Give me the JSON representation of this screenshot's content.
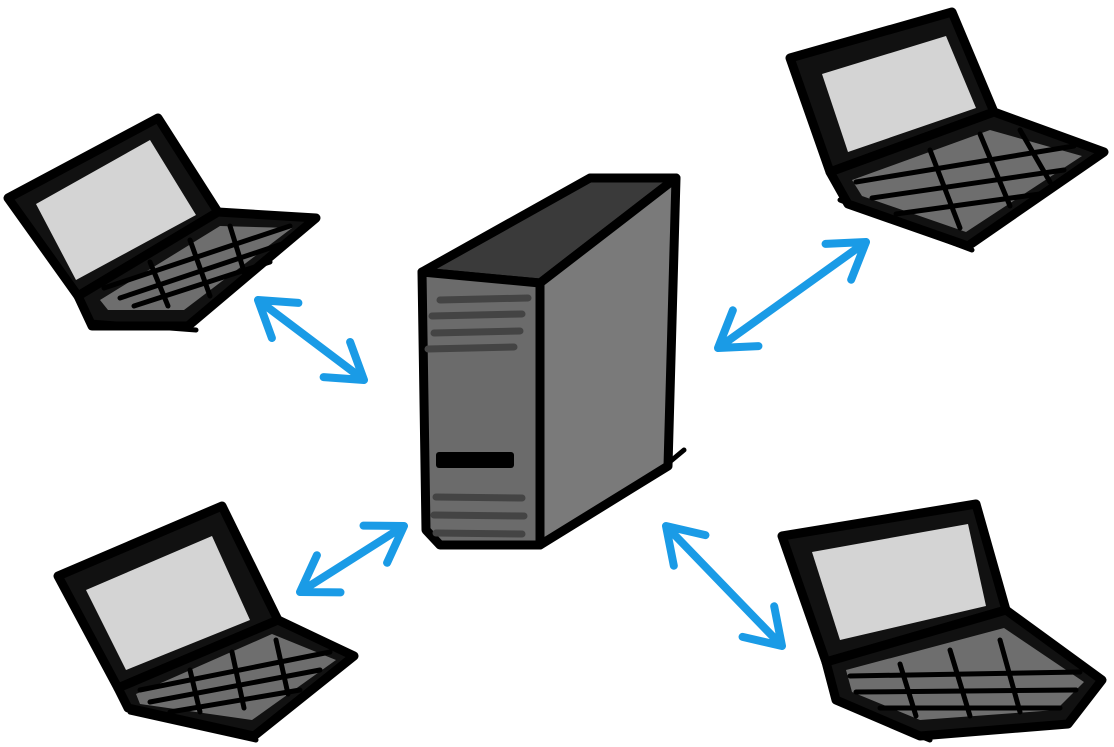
{
  "diagram": {
    "description_kind": "client-server network sketch",
    "nodes": [
      {
        "id": "server",
        "kind": "tower-server",
        "icon": "server-icon"
      },
      {
        "id": "laptop-top-left",
        "kind": "laptop",
        "icon": "laptop-icon"
      },
      {
        "id": "laptop-top-right",
        "kind": "laptop",
        "icon": "laptop-icon"
      },
      {
        "id": "laptop-bottom-left",
        "kind": "laptop",
        "icon": "laptop-icon"
      },
      {
        "id": "laptop-bottom-right",
        "kind": "laptop",
        "icon": "laptop-icon"
      }
    ],
    "edges": [
      {
        "from": "server",
        "to": "laptop-top-left",
        "direction": "bidirectional"
      },
      {
        "from": "server",
        "to": "laptop-top-right",
        "direction": "bidirectional"
      },
      {
        "from": "server",
        "to": "laptop-bottom-left",
        "direction": "bidirectional"
      },
      {
        "from": "server",
        "to": "laptop-bottom-right",
        "direction": "bidirectional"
      }
    ]
  },
  "colors": {
    "arrow": "#1a9be6",
    "outline": "#000000",
    "screen": "#d4d4d4",
    "keyboard": "#6e6e6e",
    "server_front": "#6b6b6b",
    "server_side": "#7a7a7a",
    "server_top": "#3a3a3a",
    "background": "#ffffff"
  }
}
